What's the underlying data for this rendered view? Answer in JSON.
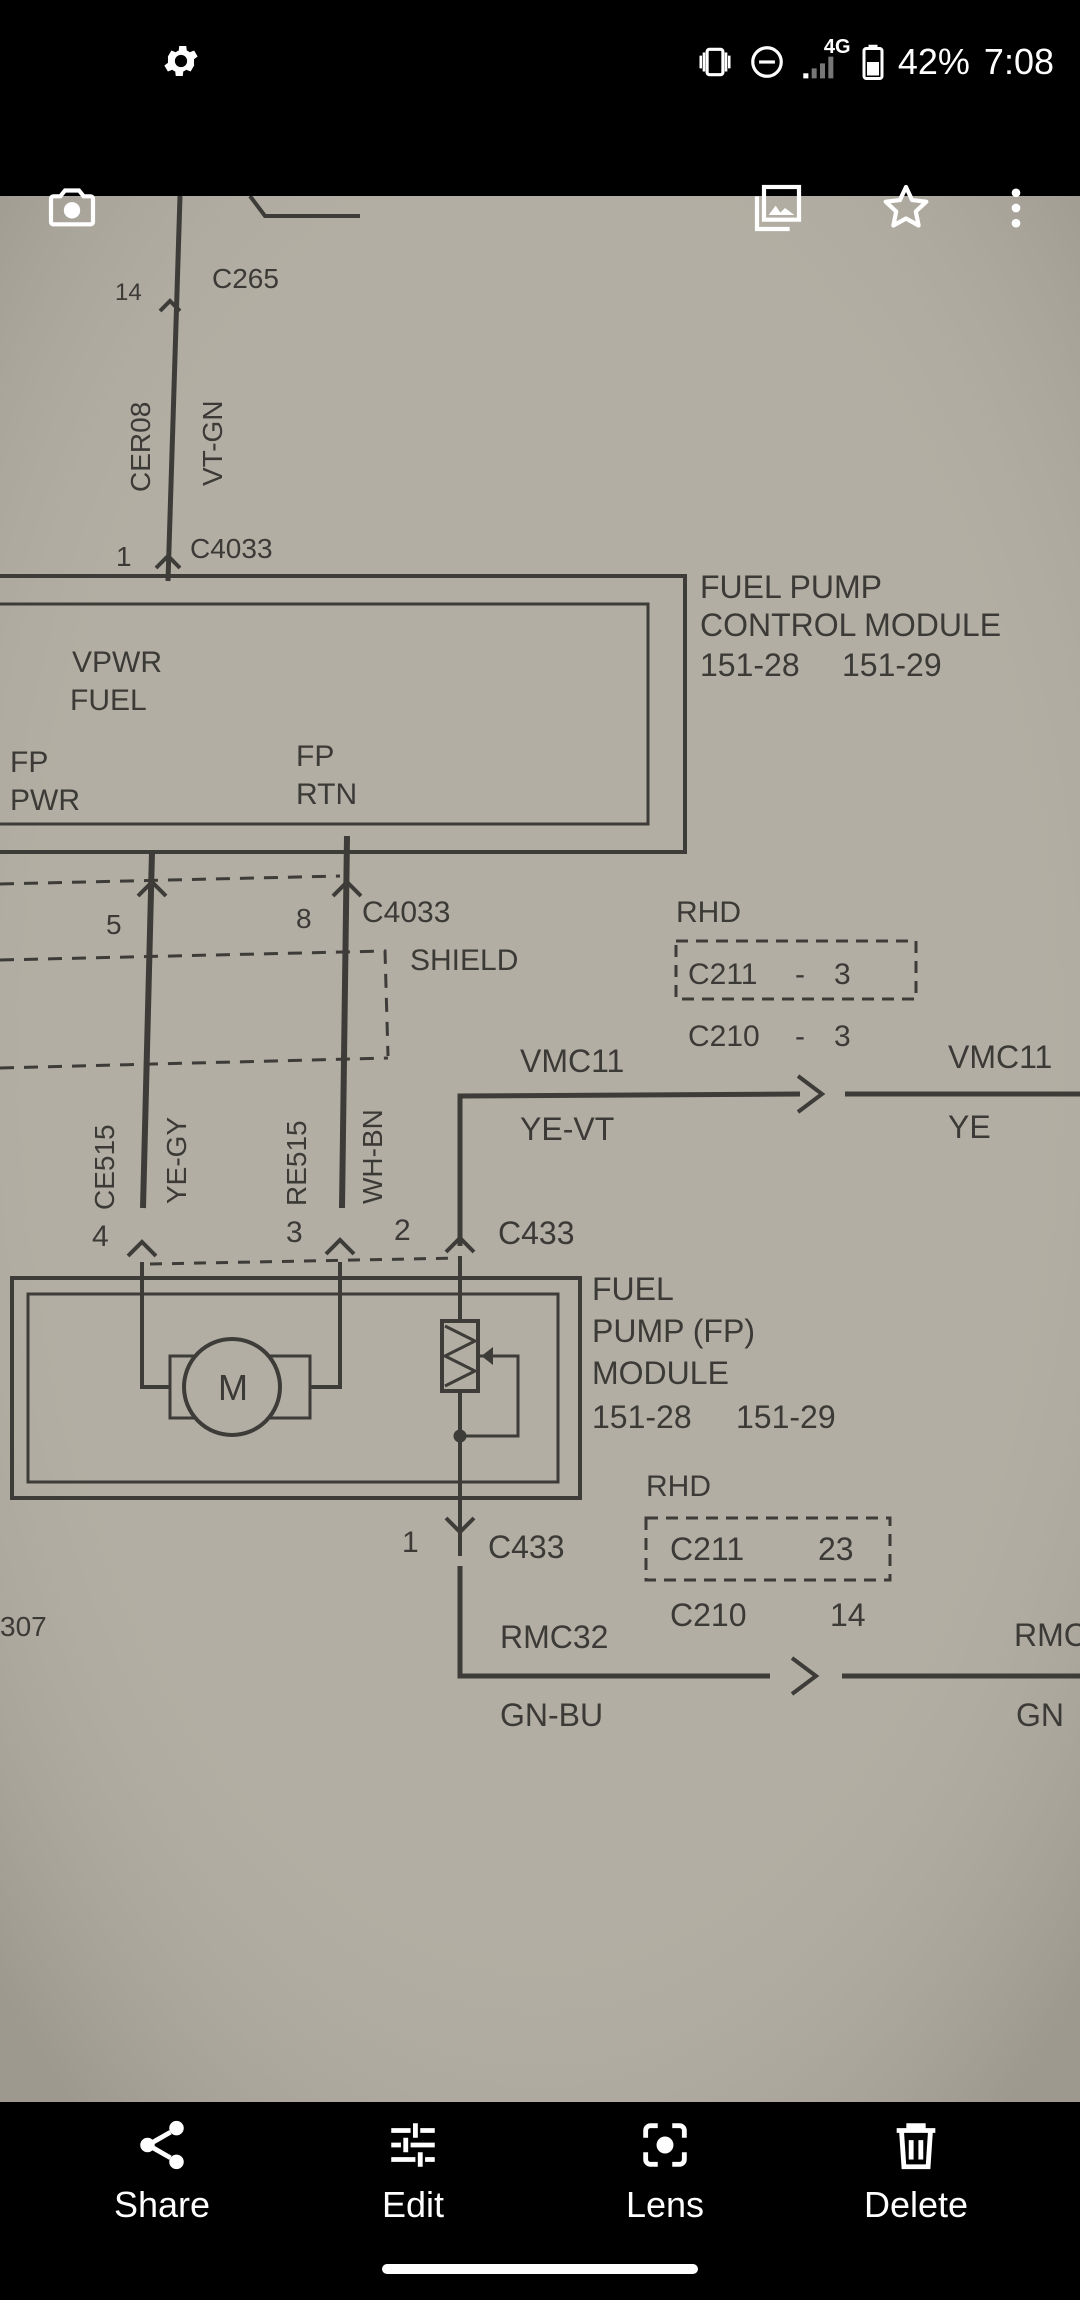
{
  "status_bar": {
    "battery": "42%",
    "time": "7:08",
    "network": "4G",
    "icons": [
      "settings-icon",
      "vibrate-icon",
      "do-not-disturb-icon",
      "signal-icon",
      "battery-icon"
    ]
  },
  "top_toolbar": {
    "icons": [
      "camera-icon",
      "gallery-icon",
      "star-icon",
      "more-vert-icon"
    ]
  },
  "diagram": {
    "c265": "C265",
    "c265_pin": "14",
    "wire1_circuit": "CER08",
    "wire1_color": "VT-GN",
    "pin1": "1",
    "c4033_top": "C4033",
    "fpcm_line1": "FUEL PUMP",
    "fpcm_line2": "CONTROL MODULE",
    "fpcm_ref1": "151-28",
    "fpcm_ref2": "151-29",
    "vpwr": "VPWR",
    "fuel": "FUEL",
    "fp1": "FP",
    "pwr": "PWR",
    "fp2": "FP",
    "rtn": "RTN",
    "pin5": "5",
    "pin8": "8",
    "c4033_mid": "C4033",
    "shield": "SHIELD",
    "rhd1": "RHD",
    "c211_a": "C211",
    "dash_a": "-",
    "c211_a_pin": "3",
    "c210_a": "C210",
    "dash_b": "-",
    "c210_a_pin": "3",
    "vmc11_left": "VMC11",
    "vmc11_right": "VMC11",
    "yevt": "YE-VT",
    "ye": "YE",
    "ce515": "CE515",
    "yegy": "YE-GY",
    "re515": "RE515",
    "whbn": "WH-BN",
    "pin4": "4",
    "pin3": "3",
    "pin2": "2",
    "c433_top": "C433",
    "fp_line1": "FUEL",
    "fp_line2": "PUMP (FP)",
    "fp_line3": "MODULE",
    "fp_ref1": "151-28",
    "fp_ref2": "151-29",
    "motor": "M",
    "rhd2": "RHD",
    "c211_b": "C211",
    "c211_b_pin": "23",
    "c210_b": "C210",
    "c210_b_pin": "14",
    "pin1_bottom": "1",
    "c433_bottom": "C433",
    "s307": "307",
    "rmc32": "RMC32",
    "rmc_right": "RMC",
    "gnbu": "GN-BU",
    "gn": "GN"
  },
  "bottom_actions": [
    {
      "label": "Share",
      "icon": "share-icon"
    },
    {
      "label": "Edit",
      "icon": "tune-icon"
    },
    {
      "label": "Lens",
      "icon": "lens-icon"
    },
    {
      "label": "Delete",
      "icon": "trash-icon"
    }
  ]
}
